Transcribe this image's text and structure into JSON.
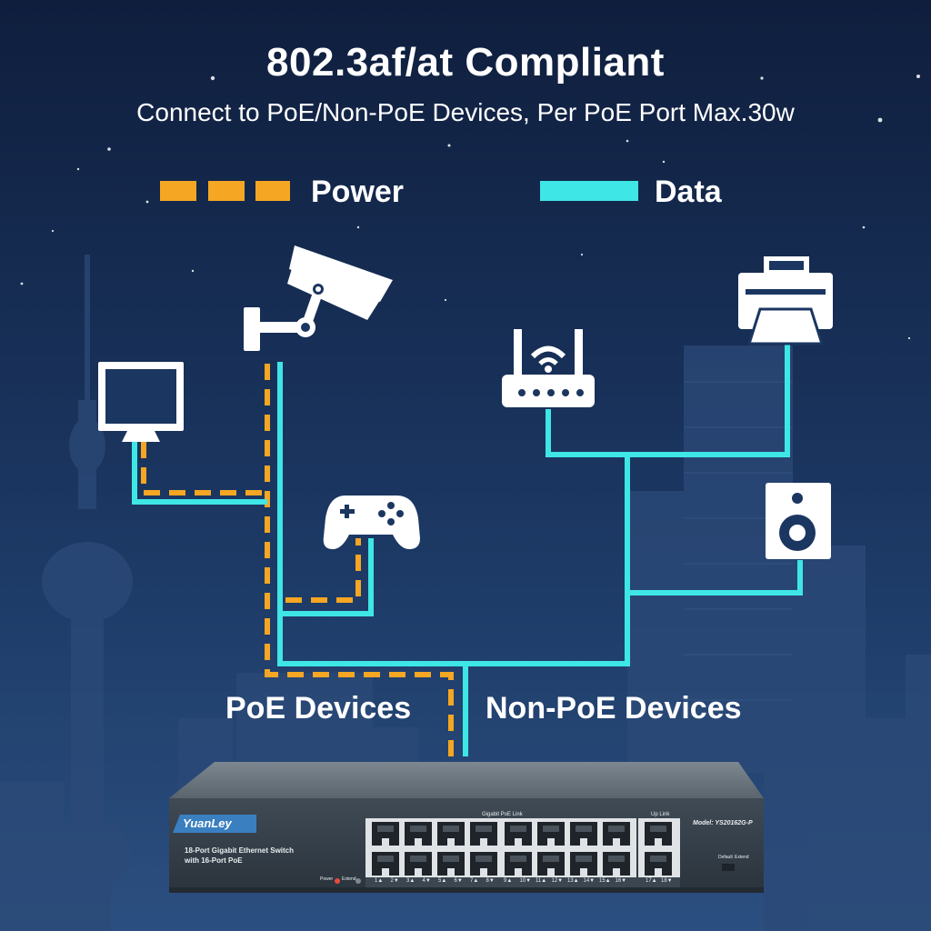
{
  "header": {
    "title": "802.3af/at Compliant",
    "subtitle": "Connect to PoE/Non-PoE Devices, Per PoE Port Max.30w"
  },
  "legend": {
    "power_label": "Power",
    "data_label": "Data",
    "power_color": "#f5a623",
    "data_color": "#3ee6e6"
  },
  "groups": {
    "poe_label": "PoE Devices",
    "non_poe_label": "Non-PoE Devices"
  },
  "devices": {
    "poe": [
      "monitor-icon",
      "security-camera-icon",
      "game-controller-icon"
    ],
    "non_poe": [
      "wifi-router-icon",
      "printer-icon",
      "speaker-icon"
    ]
  },
  "switch": {
    "brand": "YuanLey",
    "model": "Model: YS20162G-P",
    "description_line1": "18-Port Gigabit Ethernet Switch",
    "description_line2": "with 16-Port PoE",
    "poe_link_label": "Gigabit PoE Link",
    "uplink_label": "Up Link",
    "power_label": "Power",
    "extend_label": "Extend",
    "default_label": "Default",
    "extend_switch_label": "Extend",
    "port_numbers": [
      "1▲",
      "2▼",
      "3▲",
      "4▼",
      "5▲",
      "6▼",
      "7▲",
      "8▼",
      "9▲",
      "10▼",
      "11▲",
      "12▼",
      "13▲",
      "14▼",
      "15▲",
      "16▼"
    ],
    "uplink_numbers": [
      "17▲",
      "18▼"
    ]
  }
}
